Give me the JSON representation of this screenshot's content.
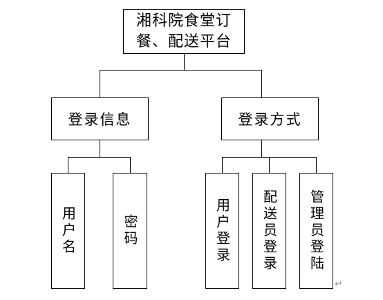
{
  "colors": {
    "line": "#000000",
    "box_border": "#000000",
    "text": "#000000",
    "paragraph_mark": "#999999"
  },
  "tree": {
    "root": "湘科院食堂订\n餐、配送平台",
    "branches": [
      {
        "label": "登录信息",
        "leaves": [
          "用户名",
          "密码"
        ]
      },
      {
        "label": "登录方式",
        "leaves": [
          "用户登录",
          "配送员登录",
          "管理员登陆"
        ]
      }
    ]
  },
  "paragraph_mark": "↵"
}
